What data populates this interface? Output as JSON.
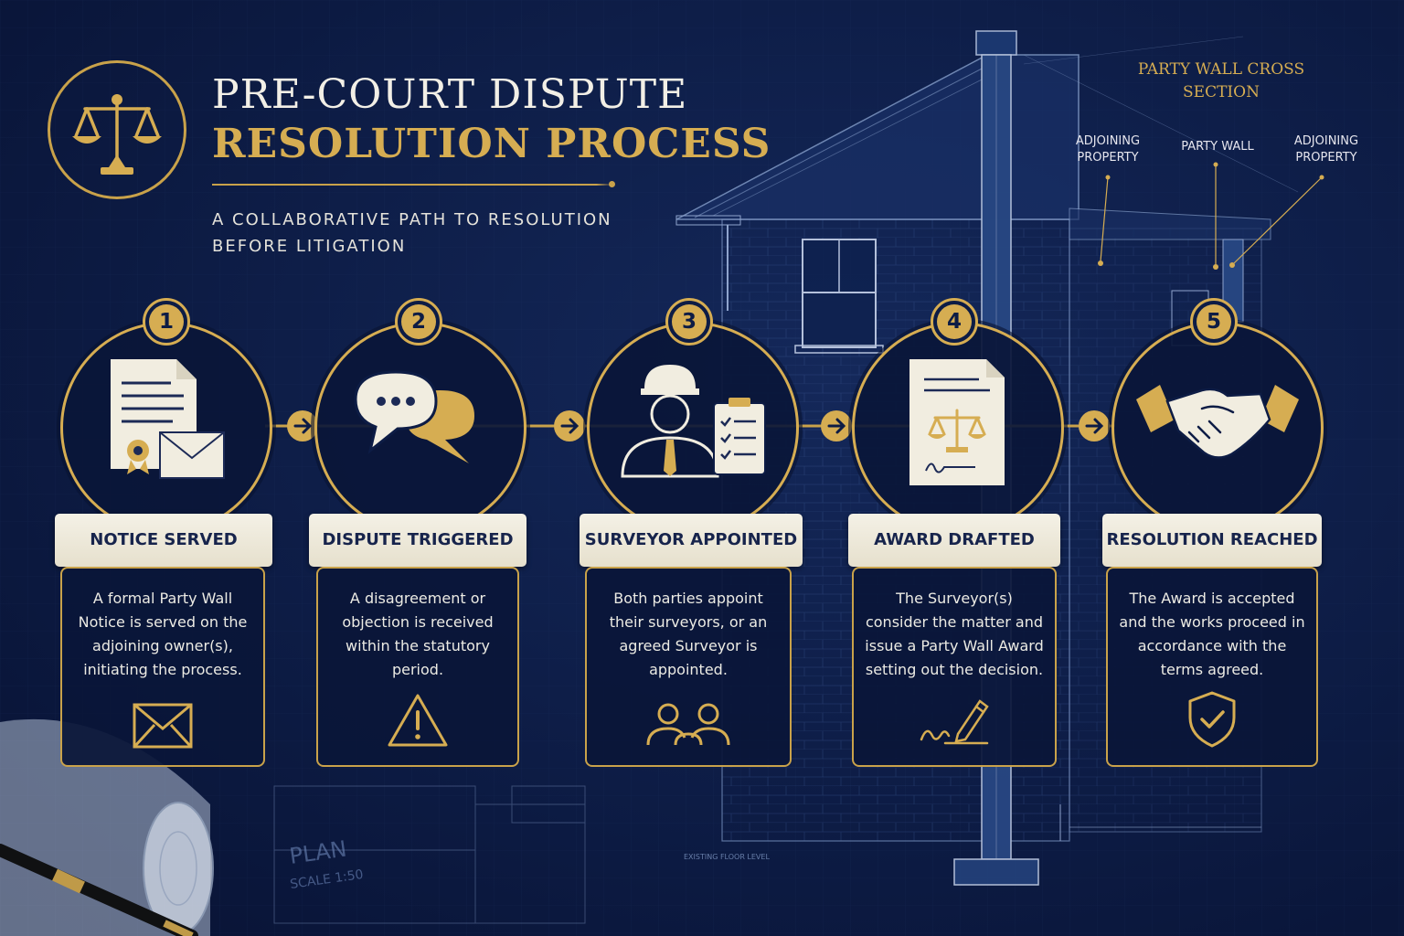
{
  "header": {
    "title_line1": "PRE-COURT DISPUTE",
    "title_line2": "RESOLUTION PROCESS",
    "subtitle": "A COLLABORATIVE PATH TO RESOLUTION BEFORE LITIGATION"
  },
  "cross_section": {
    "title": "PARTY WALL CROSS SECTION",
    "labels": [
      "ADJOINING PROPERTY",
      "PARTY WALL",
      "ADJOINING PROPERTY"
    ]
  },
  "steps": [
    {
      "number": "1",
      "title": "NOTICE SERVED",
      "text": "A formal Party Wall Notice is served on the adjoining owner(s), initiating the process.",
      "icon": "notice-document-envelope-icon",
      "footer_icon": "envelope-icon"
    },
    {
      "number": "2",
      "title": "DISPUTE TRIGGERED",
      "text": "A disagreement or objection is received within the statutory period.",
      "icon": "speech-bubbles-icon",
      "footer_icon": "warning-triangle-icon"
    },
    {
      "number": "3",
      "title": "SURVEYOR APPOINTED",
      "text": "Both parties appoint their surveyors, or an agreed Surveyor is appointed.",
      "icon": "surveyor-clipboard-icon",
      "footer_icon": "two-people-icon"
    },
    {
      "number": "4",
      "title": "AWARD DRAFTED",
      "text": "The Surveyor(s) consider the matter and issue a Party Wall Award setting out the decision.",
      "icon": "award-document-scales-icon",
      "footer_icon": "pen-signature-icon"
    },
    {
      "number": "5",
      "title": "RESOLUTION REACHED",
      "text": "The Award is accepted and the works proceed in accordance with the terms agreed.",
      "icon": "handshake-icon",
      "footer_icon": "shield-check-icon"
    }
  ],
  "blueprint": {
    "plan_label": "PLAN",
    "scale_label": "SCALE 1:50",
    "floor_note": "EXISTING FLOOR LEVEL"
  },
  "colors": {
    "navy": "#0d1c45",
    "gold": "#d6ad52",
    "cream": "#f2efe6"
  }
}
